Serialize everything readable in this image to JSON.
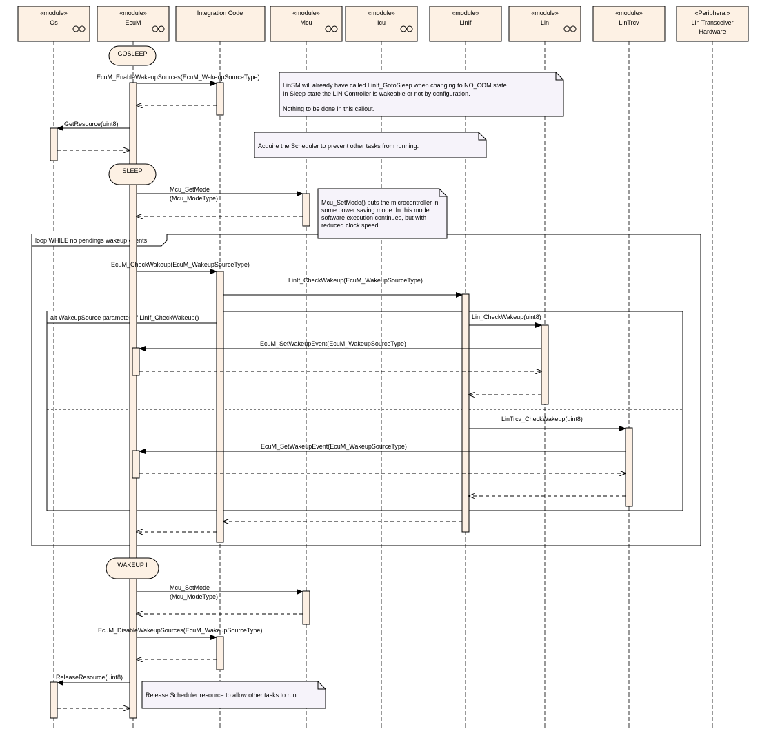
{
  "lifelines": [
    {
      "id": "os",
      "stereotype": "«module»",
      "name": "Os",
      "has_module_icon": true
    },
    {
      "id": "ecum",
      "stereotype": "«module»",
      "name": "EcuM",
      "has_module_icon": true
    },
    {
      "id": "intcode",
      "stereotype": "",
      "name": "Integration Code",
      "has_module_icon": false
    },
    {
      "id": "mcu",
      "stereotype": "«module»",
      "name": "Mcu",
      "has_module_icon": true
    },
    {
      "id": "icu",
      "stereotype": "«module»",
      "name": "Icu",
      "has_module_icon": true
    },
    {
      "id": "linif",
      "stereotype": "«module»",
      "name": "LinIf",
      "has_module_icon": false
    },
    {
      "id": "lin",
      "stereotype": "«module»",
      "name": "Lin",
      "has_module_icon": true
    },
    {
      "id": "lintrcv",
      "stereotype": "«module»",
      "name": "LinTrcv",
      "has_module_icon": false
    },
    {
      "id": "hw",
      "stereotype": "«Peripheral»",
      "name": "Lin Transceiver",
      "name2": "Hardware",
      "has_module_icon": false
    }
  ],
  "states": {
    "gosleep": "GOSLEEP",
    "sleep": "SLEEP",
    "wakeup": "WAKEUP I"
  },
  "messages": {
    "enable_wakeup": "EcuM_EnableWakeupSources(EcuM_WakeupSourceType)",
    "get_resource": "GetResource(uint8)",
    "mcu_setmode_1a": "Mcu_SetMode",
    "mcu_setmode_1b": "(Mcu_ModeType)",
    "ecum_checkwakeup": "EcuM_CheckWakeup(EcuM_WakeupSourceType)",
    "linif_checkwakeup": "LinIf_CheckWakeup(EcuM_WakeupSourceType)",
    "lin_checkwakeup": "Lin_CheckWakeup(uint8)",
    "set_wakeup_event_1": "EcuM_SetWakeupEvent(EcuM_WakeupSourceType)",
    "lintrcv_checkwakeup": "LinTrcv_CheckWakeup(uint8)",
    "set_wakeup_event_2": "EcuM_SetWakeupEvent(EcuM_WakeupSourceType)",
    "mcu_setmode_2a": "Mcu_SetMode",
    "mcu_setmode_2b": "(Mcu_ModeType)",
    "disable_wakeup": "EcuM_DisableWakeupSources(EcuM_WakeupSourceType)",
    "release_resource": "ReleaseResource(uint8)"
  },
  "notes": {
    "linsm": [
      "LinSM will already have called LinIf_GotoSleep when changing to NO_COM state.",
      "In Sleep state the LIN Controller is wakeable or not by configuration.",
      "",
      "Nothing to be done in this callout."
    ],
    "scheduler": [
      "Acquire the Scheduler to prevent other tasks from running."
    ],
    "mcu_setmode": [
      "Mcu_SetMode() puts the microcontroller in",
      "some power saving mode. In this mode",
      "software execution continues, but with",
      "reduced clock speed."
    ],
    "release": [
      "Release Scheduler resource to allow other tasks to run."
    ]
  },
  "frames": {
    "loop": "loop WHILE no pendings wakeup events",
    "alt": "alt WakeupSource parameter of LinIf_CheckWakeup()"
  }
}
